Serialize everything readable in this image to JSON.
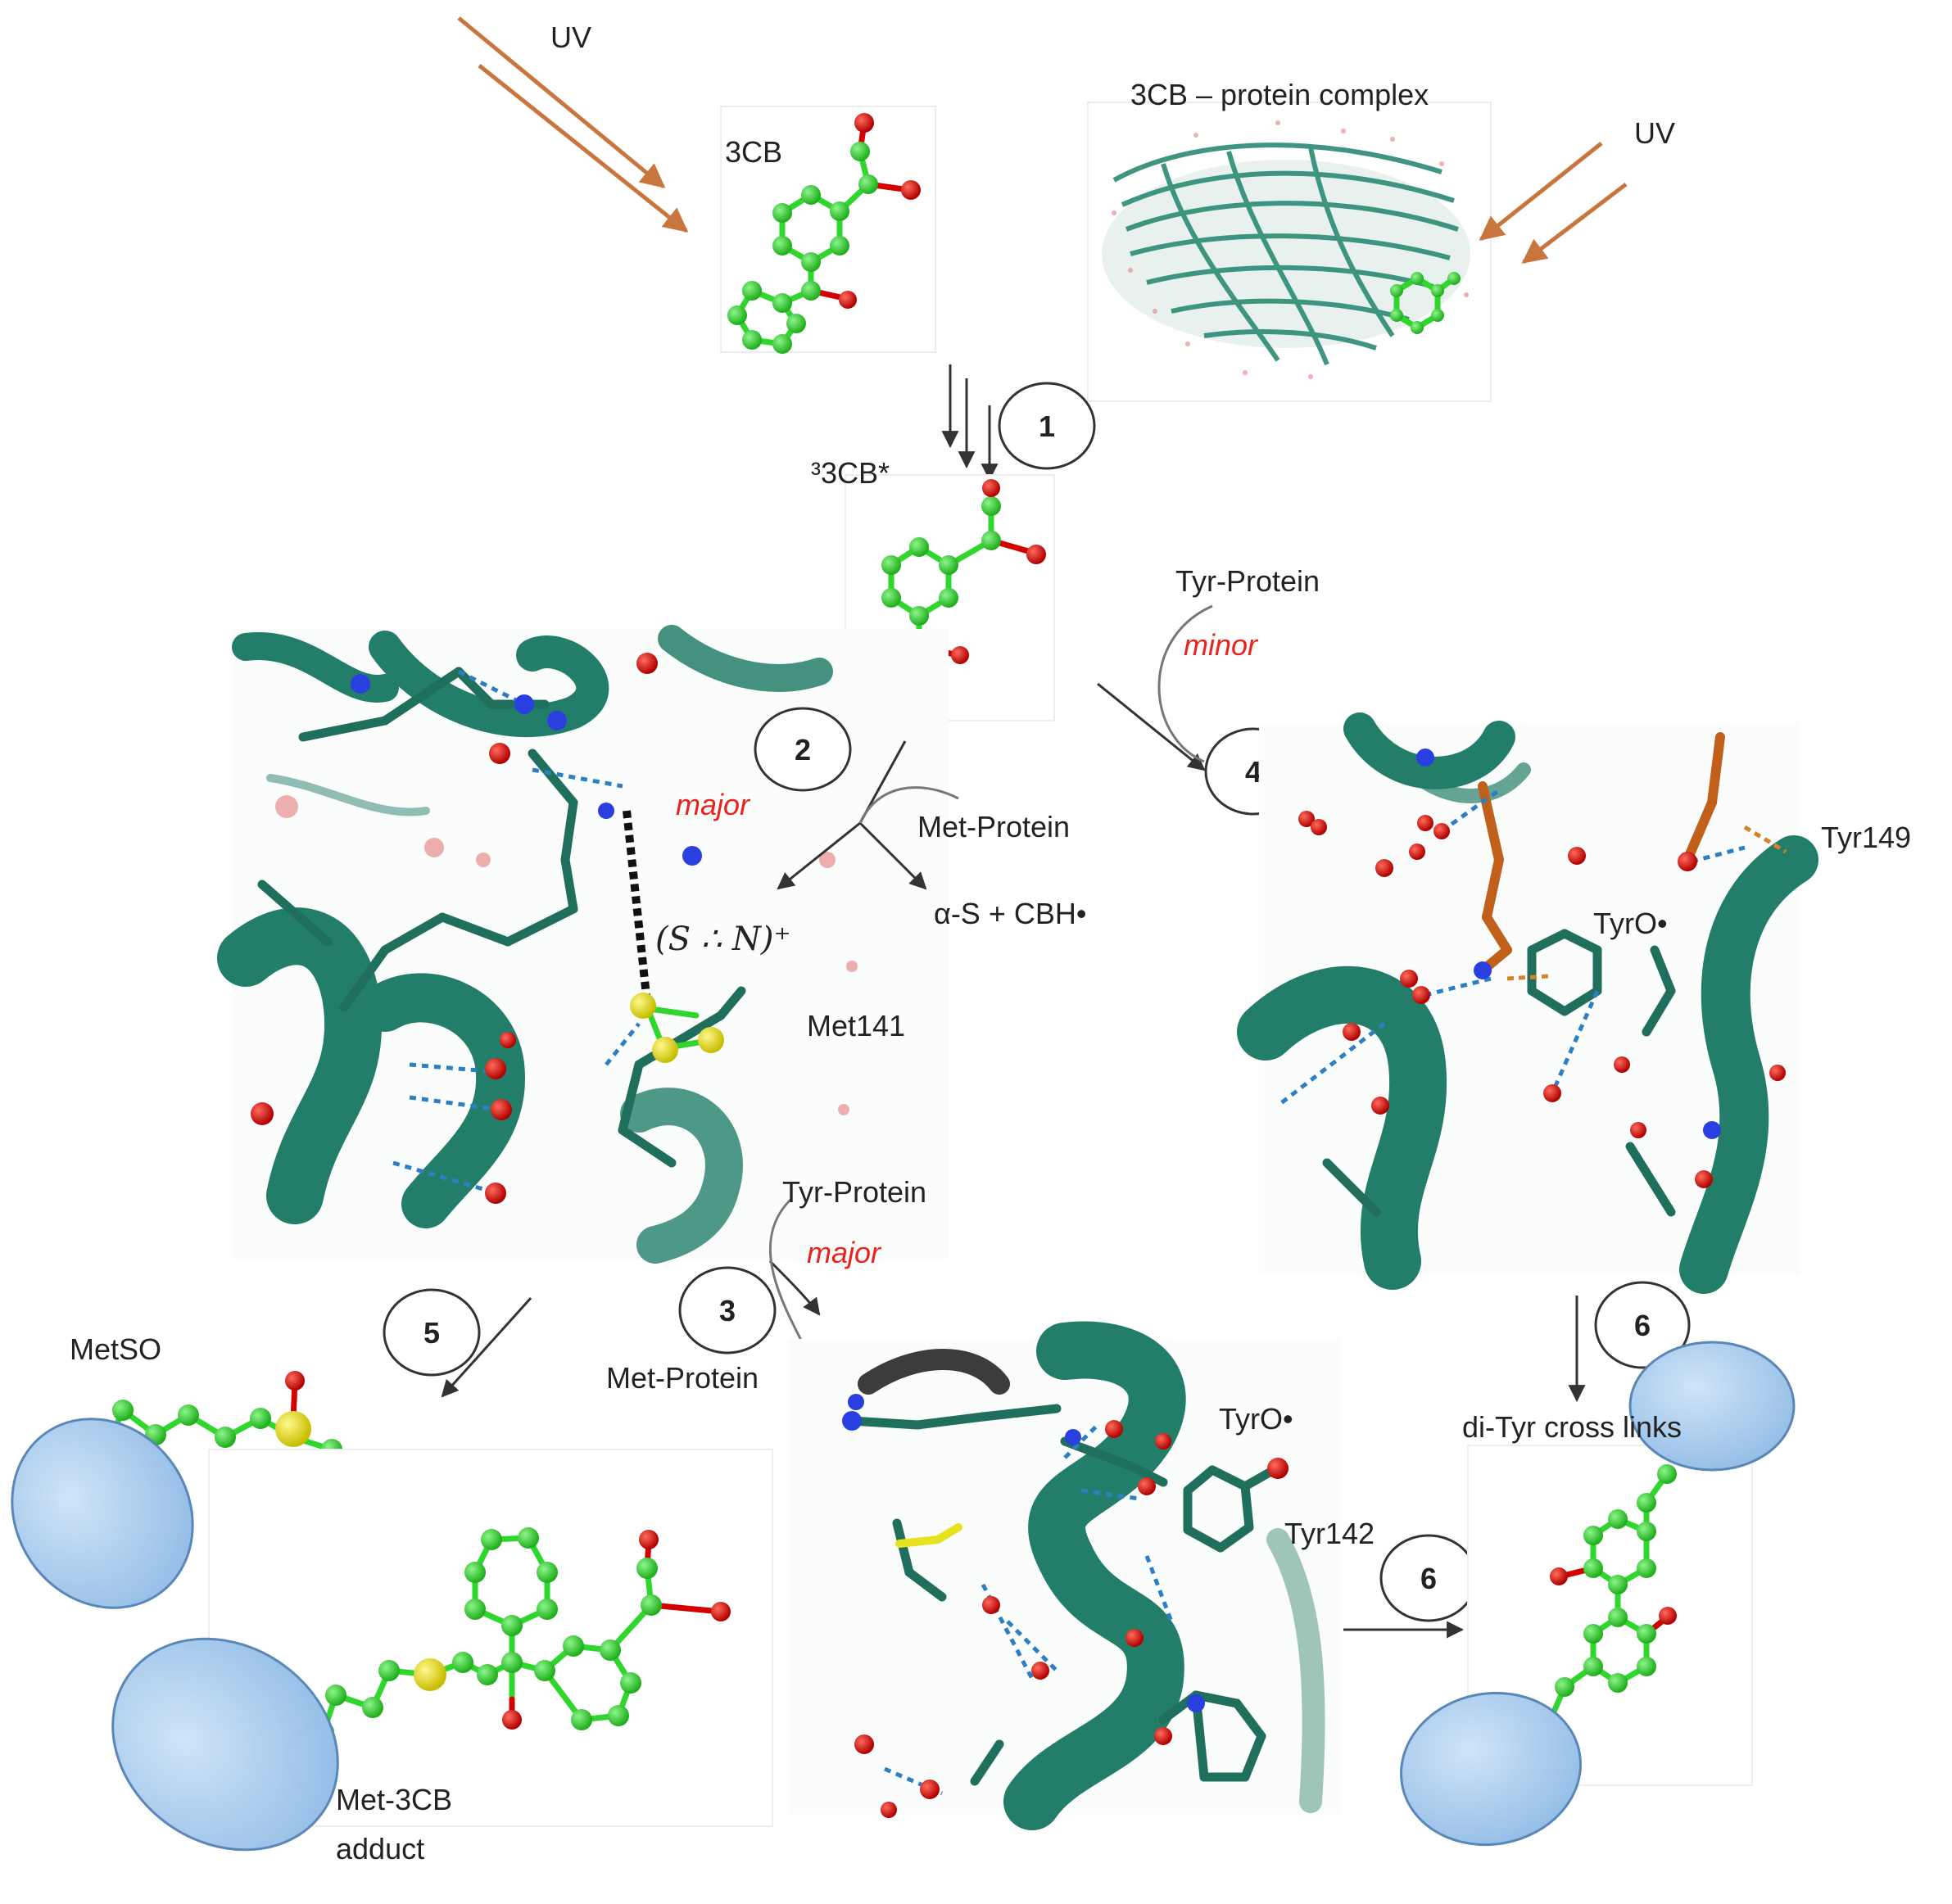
{
  "labels": {
    "uv_left": "UV",
    "uv_right": "UV",
    "cb": "3CB",
    "complex": "3CB – protein complex",
    "triplet": "³3CB*",
    "tyr_protein_top": "Tyr-Protein",
    "minor": "minor",
    "major_left": "major",
    "met_protein_top": "Met-Protein",
    "alpha_s": "α-S + CBH•",
    "sn_radical": "(S ∴ N)⁺",
    "met141": "Met141",
    "tyr149": "Tyr149",
    "tyro_right": "TyrO•",
    "tyr_protein_mid": "Tyr-Protein",
    "major_mid": "major",
    "met_protein_mid": "Met-Protein",
    "metso": "MetSO",
    "met3cb_line1": "Met-3CB",
    "met3cb_line2": "adduct",
    "tyro_mid": "TyrO•",
    "tyr142": "Tyr142",
    "dityr": "di-Tyr cross links"
  },
  "steps": [
    "1",
    "2",
    "3",
    "4",
    "5",
    "6",
    "6"
  ],
  "colors": {
    "uv_arrow": "#c8763e",
    "carbon": "#2fd62b",
    "oxygen": "#d40000",
    "sulfur": "#e8e21e",
    "nitrogen": "#2a3fe0",
    "protein": "#237e69",
    "protein_alt": "#c1601a",
    "emphasis": "#e8231b",
    "protein_blob": "#a9cdef"
  }
}
